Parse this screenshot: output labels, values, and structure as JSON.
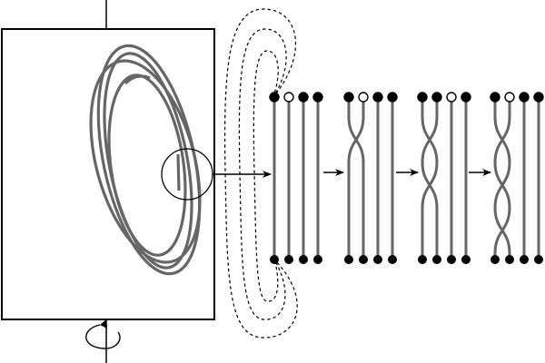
{
  "diagram": {
    "colors": {
      "background": "#ffffff",
      "ink": "#000000",
      "strand": "#666666",
      "loop": "#555555",
      "open_end": "#ffffff"
    },
    "icons": {
      "rotation": "rotation-arrow-icon",
      "flow": "arrow-right-icon"
    },
    "stages": [
      {
        "strands": 4,
        "crossings": 0,
        "open_end_strand": 1
      },
      {
        "strands": 4,
        "crossings": 1,
        "open_end_strand": 1
      },
      {
        "strands": 4,
        "crossings": 2,
        "open_end_strand": 2
      },
      {
        "strands": 4,
        "crossings": 3,
        "open_end_strand": 1
      }
    ]
  }
}
